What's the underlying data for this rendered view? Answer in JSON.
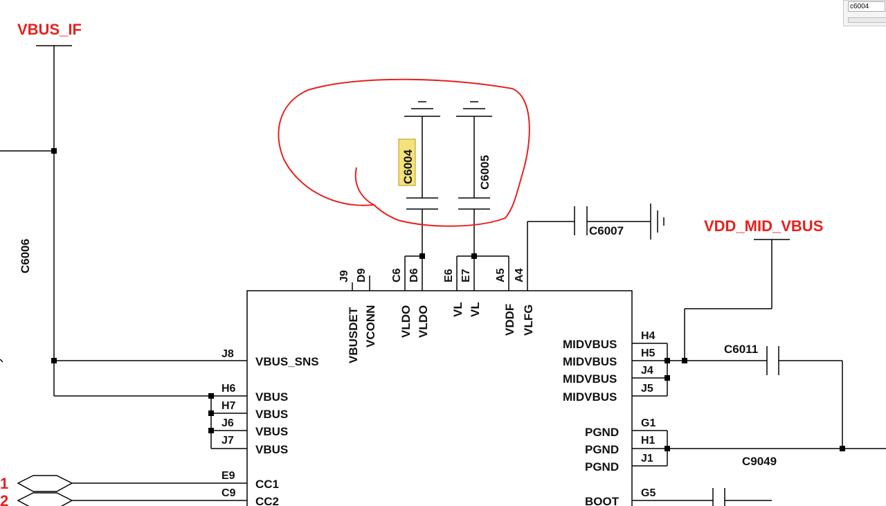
{
  "nets": {
    "vbus_if": "VBUS_IF",
    "vdd_mid_vbus": "VDD_MID_VBUS",
    "cc1_num": "1",
    "cc2_num": "2"
  },
  "components": {
    "c6004": "C6004",
    "c6005": "C6005",
    "c6006": "C6006",
    "c6007": "C6007",
    "c6011": "C6011",
    "c9049": "C9049"
  },
  "top_pins": {
    "j9": "J9",
    "d9": "D9",
    "c6": "C6",
    "d6": "D6",
    "e6": "E6",
    "e7": "E7",
    "a5": "A5",
    "a4": "A4"
  },
  "top_signals": {
    "vbusdet": "VBUSDET",
    "vconn": "VCONN",
    "vldo1": "VLDO",
    "vldo2": "VLDO",
    "vl1": "VL",
    "vl2": "VL",
    "vddf": "VDDF",
    "vlfg": "VLFG"
  },
  "left_pins": [
    {
      "pin": "J8",
      "signal": "VBUS_SNS"
    },
    {
      "pin": "H6",
      "signal": "VBUS"
    },
    {
      "pin": "H7",
      "signal": "VBUS"
    },
    {
      "pin": "J6",
      "signal": "VBUS"
    },
    {
      "pin": "J7",
      "signal": "VBUS"
    },
    {
      "pin": "E9",
      "signal": "CC1"
    },
    {
      "pin": "C9",
      "signal": "CC2"
    }
  ],
  "right_pins": [
    {
      "pin": "H4",
      "signal": "MIDVBUS"
    },
    {
      "pin": "H5",
      "signal": "MIDVBUS"
    },
    {
      "pin": "J4",
      "signal": "MIDVBUS"
    },
    {
      "pin": "J5",
      "signal": "MIDVBUS"
    },
    {
      "pin": "G1",
      "signal": "PGND"
    },
    {
      "pin": "H1",
      "signal": "PGND"
    },
    {
      "pin": "J1",
      "signal": "PGND"
    },
    {
      "pin": "G5",
      "signal": "BOOT"
    }
  ],
  "search": {
    "value": "c6004"
  },
  "colors": {
    "net_label": "#e8201c",
    "annotation": "#e8201c",
    "highlight": "#f5e27a"
  }
}
